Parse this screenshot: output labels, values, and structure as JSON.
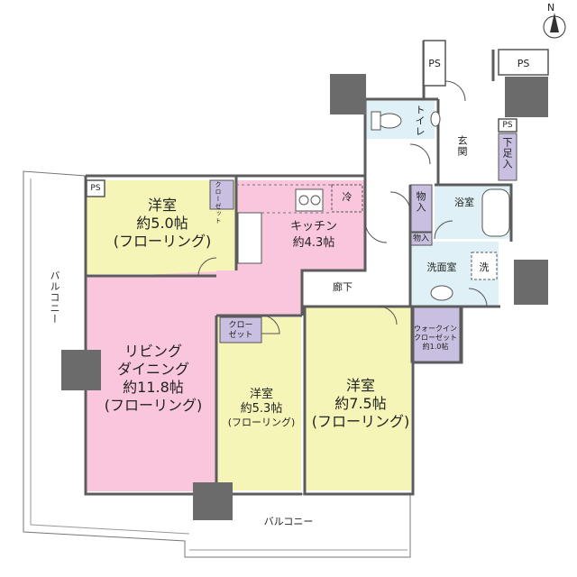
{
  "compass": {
    "letter": "N"
  },
  "rooms": {
    "western_a": {
      "name": "洋室",
      "size": "約5.0帖",
      "floor": "(フローリング)"
    },
    "kitchen": {
      "name": "キッチン",
      "size": "約4.3帖"
    },
    "living": {
      "name1": "リビング",
      "name2": "ダイニング",
      "size": "約11.8帖",
      "floor": "(フローリング)"
    },
    "western_b": {
      "name": "洋室",
      "size": "約5.3帖",
      "floor": "(フローリング)"
    },
    "western_c": {
      "name": "洋室",
      "size": "約7.5帖",
      "floor": "(フローリング)"
    },
    "toilet": "トイレ",
    "entrance": "玄関",
    "shoe_closet": "下足入",
    "bath": "浴室",
    "storage1": "物入",
    "storage2": "物入",
    "washroom": "洗面室",
    "washer": "洗",
    "hallway": "廊下",
    "fridge": "冷",
    "closet_a": "クローゼット",
    "closet_b": {
      "line1": "クロー",
      "line2": "ゼット"
    },
    "walkin": {
      "line1": "ウォークイン",
      "line2": "クローゼット",
      "size": "約1.0帖"
    }
  },
  "ps_labels": [
    "PS",
    "PS",
    "PS",
    "PS"
  ],
  "balconies": {
    "west": "バルコニー",
    "south": "バルコニー"
  },
  "colors": {
    "western": "#f6f5b8",
    "living": "#f9c6dd",
    "kitchen": "#f9c6dd",
    "wet": "#dff1f6",
    "storage": "#c9bfe0",
    "wall": "#5c5c5c",
    "column": "#6b6b6b"
  }
}
